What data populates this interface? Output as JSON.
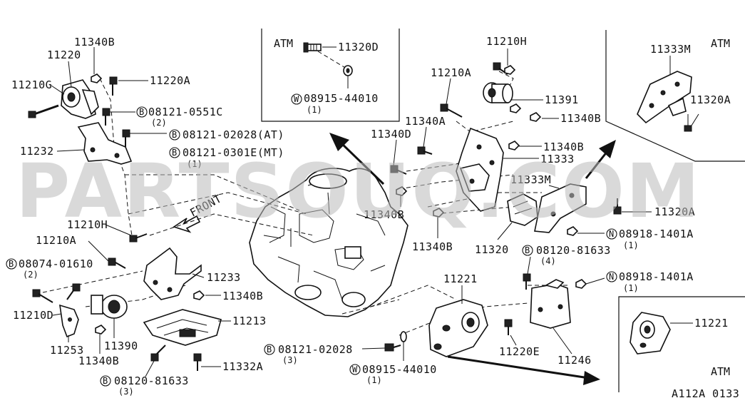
{
  "watermark": "PARTSOUQ.COM",
  "diagram_code": "A112A 0133",
  "insets": {
    "top_center": {
      "tag": "ATM",
      "part": "11320D",
      "washer_circle": "W",
      "washer_number": "08915-44010",
      "washer_qty": "(1)"
    },
    "top_right": {
      "tag": "ATM",
      "bracket": "11333M",
      "bolt": "11320A"
    },
    "bottom_right": {
      "tag": "ATM",
      "part": "11221"
    }
  },
  "front_label": "FRONT",
  "labels": {
    "p11340B_top": "11340B",
    "p11220": "11220",
    "p11210G": "11210G",
    "p11220A": "11220A",
    "b08121_0551C": "08121-0551C",
    "b08121_0551C_qty": "(2)",
    "b08121_02028AT": "08121-02028(AT)",
    "b08121_0301EMT": "08121-0301E(MT)",
    "b_mt_qty": "(1)",
    "p11232": "11232",
    "p11210H_top": "11210H",
    "p11210A_top": "11210A",
    "p11391": "11391",
    "p11340B_r1": "11340B",
    "p11340A": "11340A",
    "p11340D": "11340D",
    "p11340B_r2": "11340B",
    "p11333": "11333",
    "p11333M": "11333M",
    "p11340B_mid1": "11340B",
    "p11340B_mid2": "11340B",
    "p11320A": "11320A",
    "p11320": "11320",
    "n08918_1401A_1": "08918-1401A",
    "n08918_1401A_1_qty": "(1)",
    "b08120_81633_r": "08120-81633",
    "b08120_81633_r_qty": "(4)",
    "n08918_1401A_2": "08918-1401A",
    "n08918_1401A_2_qty": "(1)",
    "p11210H_left": "11210H",
    "p11210A_left": "11210A",
    "b08074_01610": "08074-01610",
    "b08074_01610_qty": "(2)",
    "p11233": "11233",
    "p11340B_left": "11340B",
    "p11210D": "11210D",
    "p11213": "11213",
    "p11253": "11253",
    "p11390": "11390",
    "p11340B_bottom": "11340B",
    "p11332A": "11332A",
    "b08120_81633_b": "08120-81633",
    "b08120_81633_b_qty": "(3)",
    "p11221": "11221",
    "b08121_02028": "08121-02028",
    "b08121_02028_qty": "(3)",
    "w08915_44010": "08915-44010",
    "w08915_44010_qty": "(1)",
    "p11220E": "11220E",
    "p11246": "11246"
  },
  "prefix_marks": {
    "bolt": "B",
    "nut": "N",
    "washer": "W"
  }
}
